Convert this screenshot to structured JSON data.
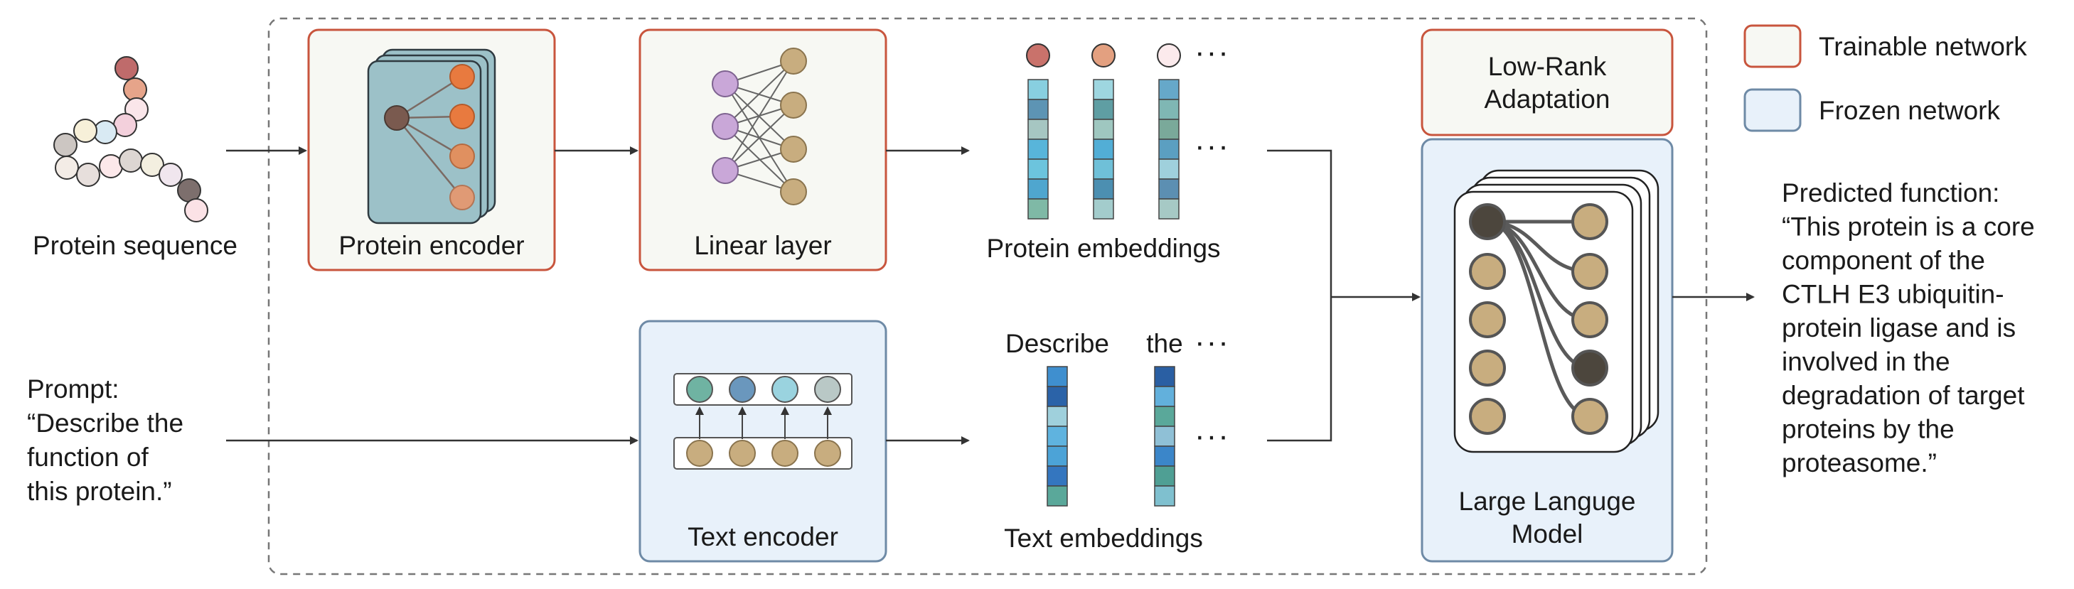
{
  "labels": {
    "protein_sequence": "Protein sequence",
    "protein_encoder": "Protein encoder",
    "linear_layer": "Linear layer",
    "protein_embeddings": "Protein embeddings",
    "text_encoder": "Text encoder",
    "text_embeddings": "Text embeddings",
    "lora_line1": "Low-Rank",
    "lora_line2": "Adaptation",
    "llm_line1": "Large Languge",
    "llm_line2": "Model",
    "word_describe": "Describe",
    "word_the": "the",
    "ellipsis": "···"
  },
  "prompt": {
    "lines": [
      "Prompt:",
      "“Describe the",
      "function of",
      "this protein.”"
    ]
  },
  "output": {
    "lines": [
      "Predicted function:",
      "“This protein is a core",
      "component of the",
      "CTLH E3 ubiquitin-",
      "protein ligase and is",
      "involved in the",
      "degradation of target",
      "proteins by the",
      "proteasome.”"
    ]
  },
  "legend": [
    {
      "label": "Trainable network",
      "kind": "trainable"
    },
    {
      "label": "Frozen network",
      "kind": "frozen"
    }
  ],
  "colors": {
    "trainable_border": "#c8553d",
    "trainable_fill": "#f7f8f3",
    "frozen_border": "#6e8aa6",
    "frozen_fill": "#e8f1fa",
    "arrow": "#333333",
    "dashed_border": "#777777",
    "node_tan": "#c8ad7f",
    "node_purple": "#c9a7d8",
    "node_orange": "#e38048",
    "node_dark": "#4c463d",
    "encoder_card": "#9cc1c8"
  },
  "chain_colors": [
    "#bf6b6b",
    "#e6a48a",
    "#fae6ea",
    "#f3d0dc",
    "#d9eaf3",
    "#f7f0d9",
    "#ccc6c2",
    "#f3ece6",
    "#e7dfdc",
    "#fce8ea",
    "#ddd6d2",
    "#f3efe0",
    "#f0e6ee",
    "#7d6f6d",
    "#fbe2e6"
  ],
  "protein_embedding_columns": [
    {
      "head": "#c9726b",
      "cells": [
        "#88cfe0",
        "#5d94b4",
        "#a6c6c2",
        "#58b5da",
        "#6cc4dd",
        "#4fa6cf",
        "#7fb9a6"
      ]
    },
    {
      "head": "#e3a080",
      "cells": [
        "#9ed6e0",
        "#5f9ea3",
        "#9fc7c0",
        "#52aed6",
        "#6fc0d8",
        "#4c8fb1",
        "#a3cccc"
      ]
    },
    {
      "head": "#fbeaec",
      "cells": [
        "#66a8c9",
        "#7fb7b4",
        "#7aa99a",
        "#5b9fc1",
        "#9fd0dc",
        "#5c8fb2",
        "#a6c9c5"
      ]
    }
  ],
  "text_embedding_columns": [
    {
      "cells": [
        "#3f8fcf",
        "#2b63a8",
        "#9fd0dc",
        "#5fb3df",
        "#4ca3d7",
        "#3476bf",
        "#5aa89a"
      ]
    },
    {
      "cells": [
        "#2a5fa3",
        "#62b0dc",
        "#5aa89a",
        "#8fc0d6",
        "#3b86c9",
        "#4f9f94",
        "#7fc0cf"
      ]
    }
  ],
  "text_encoder_top_nodes": [
    "#6fb3a2",
    "#6a97bd",
    "#9ad3df",
    "#b9c8c6"
  ]
}
